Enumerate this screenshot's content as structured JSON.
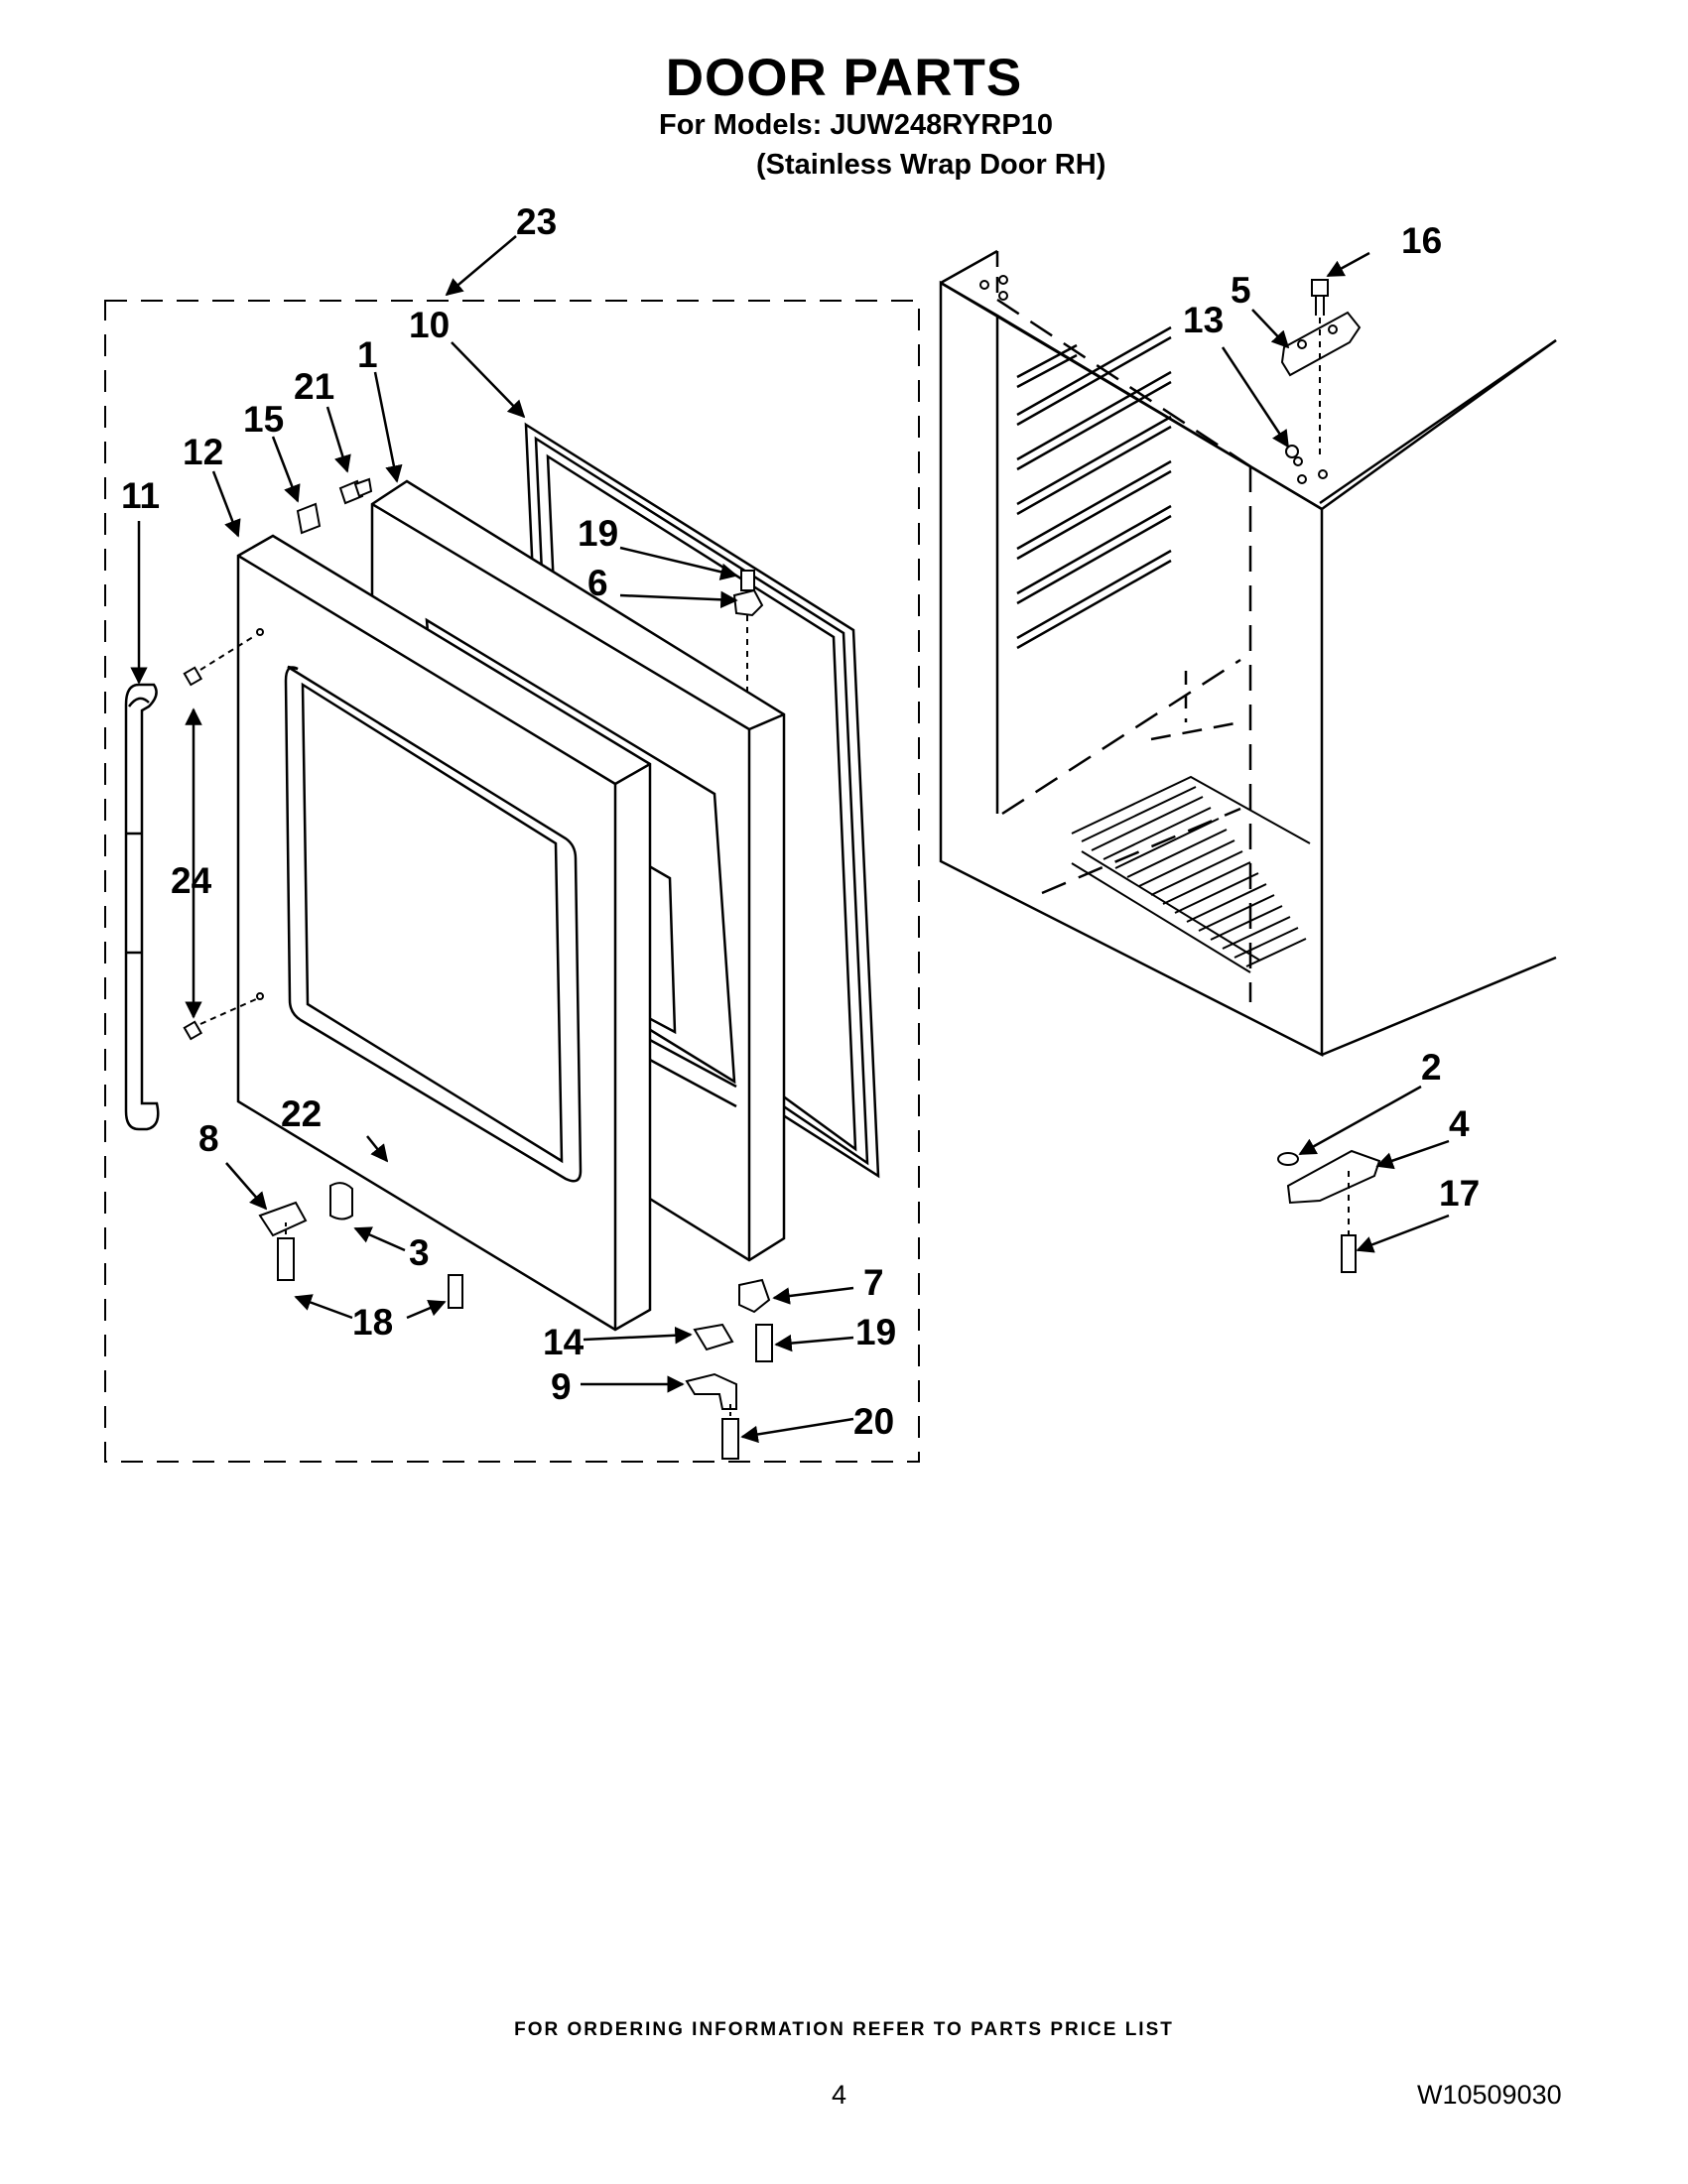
{
  "header": {
    "title": "DOOR PARTS",
    "models": "For Models: JUW248RYRP10",
    "variant": "(Stainless Wrap Door RH)"
  },
  "callouts": {
    "c1": "1",
    "c2": "2",
    "c3": "3",
    "c4": "4",
    "c5": "5",
    "c6": "6",
    "c7": "7",
    "c8": "8",
    "c9": "9",
    "c10": "10",
    "c11": "11",
    "c12": "12",
    "c13": "13",
    "c14": "14",
    "c15": "15",
    "c16": "16",
    "c17": "17",
    "c18": "18",
    "c19a": "19",
    "c19b": "19",
    "c20": "20",
    "c21": "21",
    "c22": "22",
    "c23": "23",
    "c24": "24"
  },
  "footer": {
    "note": "FOR ORDERING INFORMATION REFER TO PARTS PRICE LIST",
    "page_number": "4",
    "doc_number": "W10509030"
  }
}
